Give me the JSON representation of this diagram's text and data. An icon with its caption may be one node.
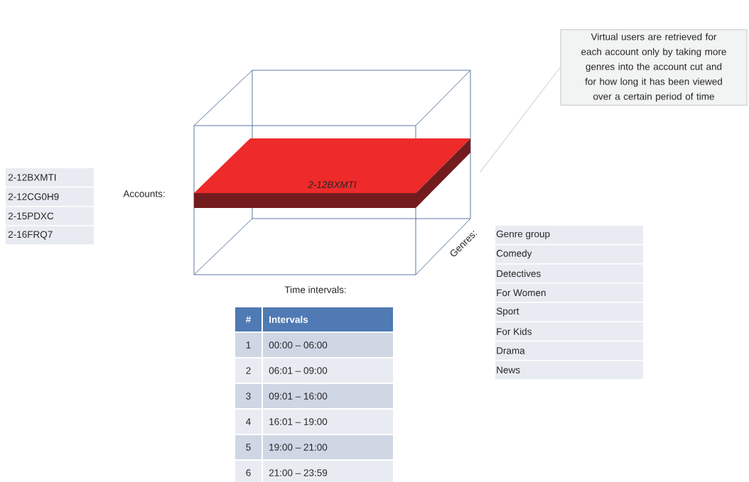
{
  "diagram": {
    "nodes": [
      {
        "text": [
          "Virtual users are retrieved for each account only by taking more genres into the account cut and for how long it has been viewed over a certain period of time"
        ]
      },
      {
        "text": [
          "2-12BXMTI"
        ]
      }
    ],
    "edges": [
      {
        "from": 0,
        "to": 1,
        "arrow": "none"
      }
    ],
    "labels": [
      "2-12BXMTI",
      "2-12CG0H9",
      "2-15PDXC",
      "2-16FRQ7",
      "Accounts:",
      "Genres:",
      "Time intervals:",
      "#",
      "Intervals",
      "1",
      "00:00 – 06:00",
      "2",
      "06:01 – 09:00",
      "3",
      "09:01 – 16:00",
      "4",
      "16:01 – 19:00",
      "5",
      "19:00 – 21:00",
      "6",
      "21:00 – 23:59",
      "Genre group",
      "Comedy",
      "Detectives",
      "For Women",
      "Sport",
      "For Kids",
      "Drama",
      "News"
    ]
  }
}
